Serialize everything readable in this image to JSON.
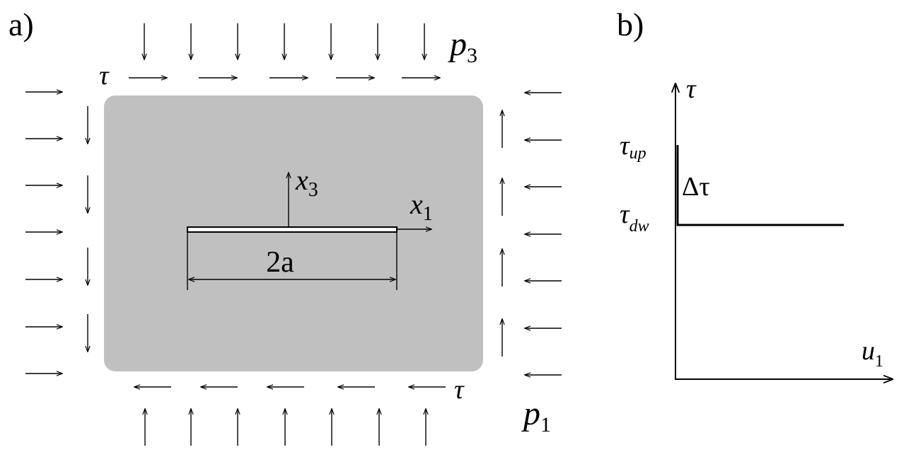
{
  "panel_a": {
    "label": "a)",
    "top_load": "p",
    "top_load_sub": "3",
    "side_load": "p",
    "side_load_sub": "1",
    "shear_top": "τ",
    "shear_bottom": "τ",
    "axis_x1": "x",
    "axis_x1_sub": "1",
    "axis_x3": "x",
    "axis_x3_sub": "3",
    "crack_length": "2a"
  },
  "panel_b": {
    "label": "b)",
    "y_axis": "τ",
    "x_axis": "u",
    "x_axis_sub": "1",
    "tau_up": "τ",
    "tau_up_sub": "up",
    "tau_dw": "τ",
    "tau_dw_sub": "dw",
    "delta_tau": "Δτ"
  },
  "colors": {
    "plate_fill": "#c0c0c0",
    "ink": "#000000"
  }
}
